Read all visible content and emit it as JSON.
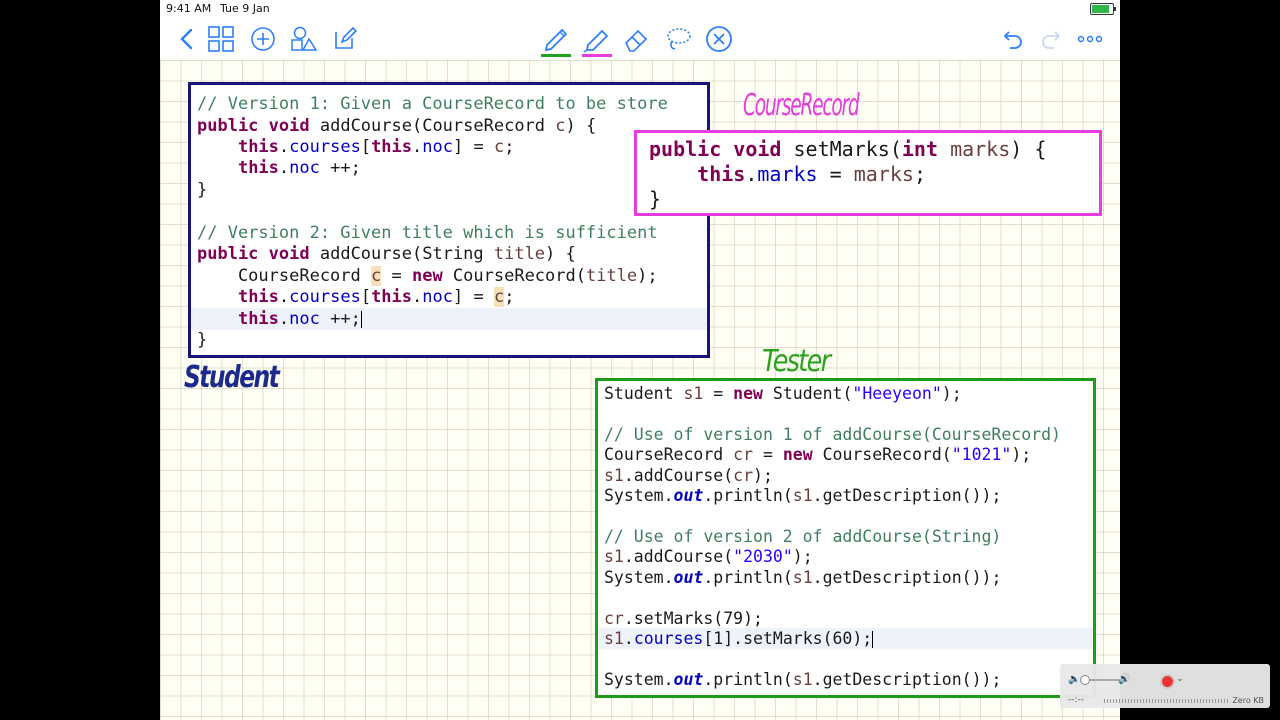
{
  "status_bar": {
    "time": "9:41 AM",
    "date": "Tue 9 Jan"
  },
  "colors": {
    "toolbar_icon": "#2d7ff9",
    "pen1_underline": "#1fa31f",
    "pen2_underline": "#e63ce0",
    "student_border": "#17157a",
    "courserecord_border": "#e63ce0",
    "tester_border": "#1e9b17",
    "battery": "#2fb84a"
  },
  "toolbar": {
    "left_icons": [
      "back-icon",
      "thumbnails-icon",
      "add-page-icon",
      "shapes-icon",
      "edit-icon"
    ],
    "center_icons": [
      "pen-icon",
      "highlighter-icon",
      "eraser-icon",
      "lasso-icon",
      "close-circle-icon"
    ],
    "right_icons": [
      "undo-icon",
      "redo-icon",
      "more-icon"
    ]
  },
  "labels": {
    "student": "Student",
    "courserecord": "CourseRecord",
    "tester": "Tester"
  },
  "code": {
    "student": [
      "// Version 1: Given a CourseRecord to be store",
      "public void addCourse(CourseRecord c) {",
      "    this.courses[this.noc] = c;",
      "    this.noc ++;",
      "}",
      "",
      "// Version 2: Given title which is sufficient",
      "public void addCourse(String title) {",
      "    CourseRecord c = new CourseRecord(title);",
      "    this.courses[this.noc] = c;",
      "    this.noc ++;",
      "}"
    ],
    "courserecord": [
      "public void setMarks(int marks) {",
      "    this.marks = marks;",
      "}"
    ],
    "tester": [
      "Student s1 = new Student(\"Heeyeon\");",
      "",
      "// Use of version 1 of addCourse(CourseRecord)",
      "CourseRecord cr = new CourseRecord(\"1021\");",
      "s1.addCourse(cr);",
      "System.out.println(s1.getDescription());",
      "",
      "// Use of version 2 of addCourse(String)",
      "s1.addCourse(\"2030\");",
      "System.out.println(s1.getDescription());",
      "",
      "cr.setMarks(79);",
      "s1.courses[1].setMarks(60);",
      "",
      "System.out.println(s1.getDescription());"
    ]
  },
  "recorder": {
    "timer": "--:--",
    "size": "Zero KB"
  }
}
